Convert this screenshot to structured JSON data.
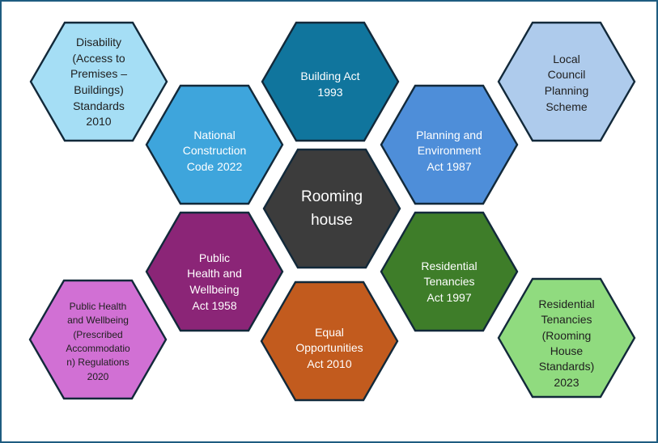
{
  "page": {
    "background": "#FFFFFF",
    "border_color": "#1E5C80"
  },
  "diagram": {
    "title": "Rooming house legislation honeycomb",
    "hex_stroke_color": "#12293A",
    "hexagons": [
      {
        "id": "disability-standards",
        "label": "Disability\n(Access to\nPremises –\nBuildings)\nStandards\n2010",
        "fill": "#A5DEF5",
        "text_color": "#1F1F1F"
      },
      {
        "id": "building-act",
        "label": "Building Act\n1993",
        "fill": "#10759D",
        "text_color": "#FFFFFF"
      },
      {
        "id": "local-council-planning-scheme",
        "label": "Local\nCouncil\nPlanning\nScheme",
        "fill": "#AECBEC",
        "text_color": "#1F1F1F"
      },
      {
        "id": "national-construction-code",
        "label": "National\nConstruction\nCode 2022",
        "fill": "#3EA5DC",
        "text_color": "#FFFFFF"
      },
      {
        "id": "planning-and-environment-act",
        "label": "Planning and\nEnvironment\nAct 1987",
        "fill": "#4E8ED9",
        "text_color": "#FFFFFF"
      },
      {
        "id": "rooming-house",
        "label": "Rooming\nhouse",
        "fill": "#3C3C3C",
        "text_color": "#FFFFFF"
      },
      {
        "id": "public-health-and-wellbeing-act",
        "label": "Public\nHealth and\nWellbeing\nAct 1958",
        "fill": "#8B2577",
        "text_color": "#FFFFFF"
      },
      {
        "id": "residential-tenancies-act",
        "label": "Residential\nTenancies\nAct 1997",
        "fill": "#3E7D29",
        "text_color": "#FFFFFF"
      },
      {
        "id": "phw-prescribed-accommodation-regulations",
        "label": "Public Health\nand Wellbeing\n(Prescribed\nAccommodatio\nn) Regulations\n2020",
        "fill": "#D170D4",
        "text_color": "#1F1F1F"
      },
      {
        "id": "equal-opportunities-act",
        "label": "Equal\nOpportunities\nAct 2010",
        "fill": "#C25B1E",
        "text_color": "#FFFFFF"
      },
      {
        "id": "residential-tenancies-rooming-house-standards",
        "label": "Residential\nTenancies\n(Rooming\nHouse\nStandards)\n2023",
        "fill": "#90DB7F",
        "text_color": "#1F1F1F"
      }
    ]
  }
}
